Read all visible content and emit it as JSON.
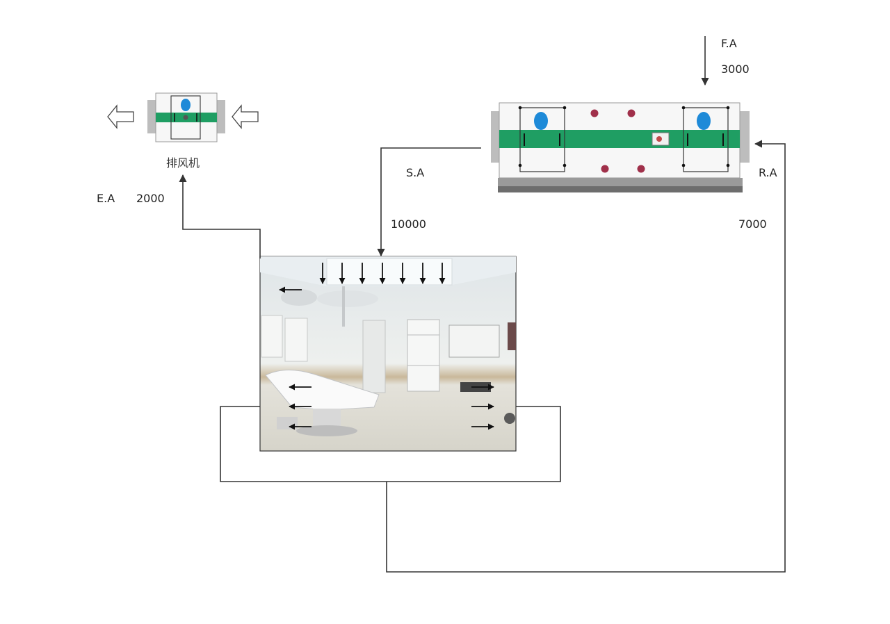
{
  "labels": {
    "fresh_air": "F.A",
    "fresh_air_volume": "3000",
    "supply_air": "S.A",
    "supply_air_volume": "10000",
    "return_air": "R.A",
    "return_air_volume": "7000",
    "exhaust_air": "E.A",
    "exhaust_air_volume": "2000",
    "exhaust_fan": "排风机"
  },
  "colors": {
    "duct_line": "#333333",
    "filter_band": "#1f9e63",
    "fan_blue": "#1e8ad8",
    "coil_red": "#a0304a",
    "unit_casing": "#f7f7f7",
    "unit_base": "#8a8a8a",
    "room_wall": "#eef0ee",
    "room_floor": "#dedcd2"
  },
  "icons": {
    "supply_diffuser": "down-arrow-icon",
    "room_exhaust_grille": "left-arrow-icon",
    "room_return_grille": "right-arrow-icon",
    "fan": "fan-icon",
    "coil": "coil-icon"
  }
}
